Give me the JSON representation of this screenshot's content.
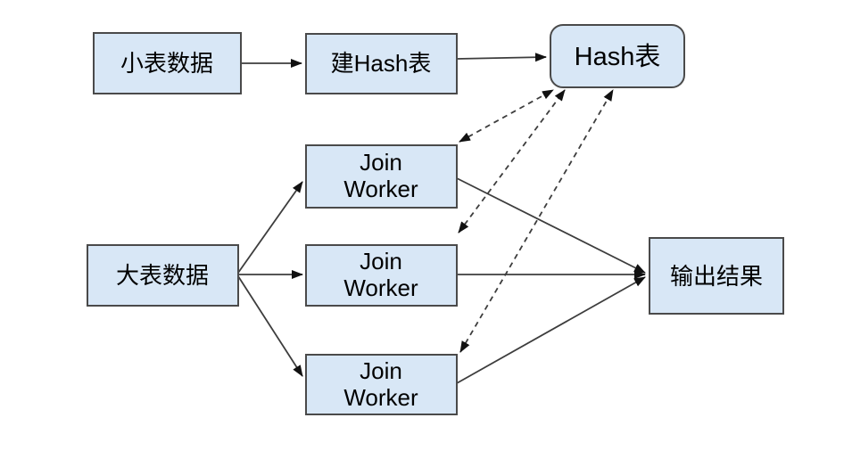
{
  "diagram": {
    "type": "flowchart",
    "topic": "parallel hash join execution flow",
    "background": "#ffffff",
    "colors": {
      "node_fill": "#d8e7f6",
      "node_border": "#4a4a4a",
      "edge": "#3d3d3d",
      "arrowhead": "#111111",
      "text": "#000000"
    },
    "nodes": {
      "small_table": {
        "label": "小表数据",
        "shape": "rectangle"
      },
      "build_hash": {
        "label": "建Hash表",
        "shape": "rectangle"
      },
      "hash_table": {
        "label": "Hash表",
        "shape": "rounded-rectangle"
      },
      "big_table": {
        "label": "大表数据",
        "shape": "rectangle"
      },
      "join_worker_1": {
        "label_line1": "Join",
        "label_line2": "Worker",
        "shape": "rectangle"
      },
      "join_worker_2": {
        "label_line1": "Join",
        "label_line2": "Worker",
        "shape": "rectangle"
      },
      "join_worker_3": {
        "label_line1": "Join",
        "label_line2": "Worker",
        "shape": "rectangle"
      },
      "output": {
        "label": "输出结果",
        "shape": "rectangle"
      }
    },
    "edges": [
      {
        "from": "small_table",
        "to": "build_hash",
        "style": "solid",
        "direction": "one-way"
      },
      {
        "from": "build_hash",
        "to": "hash_table",
        "style": "solid",
        "direction": "one-way"
      },
      {
        "from": "big_table",
        "to": "join_worker_1",
        "style": "solid",
        "direction": "one-way"
      },
      {
        "from": "big_table",
        "to": "join_worker_2",
        "style": "solid",
        "direction": "one-way"
      },
      {
        "from": "big_table",
        "to": "join_worker_3",
        "style": "solid",
        "direction": "one-way"
      },
      {
        "from": "join_worker_1",
        "to": "output",
        "style": "solid",
        "direction": "one-way"
      },
      {
        "from": "join_worker_2",
        "to": "output",
        "style": "solid",
        "direction": "one-way"
      },
      {
        "from": "join_worker_3",
        "to": "output",
        "style": "solid",
        "direction": "one-way"
      },
      {
        "from": "join_worker_1",
        "to": "hash_table",
        "style": "dashed",
        "direction": "two-way"
      },
      {
        "from": "join_worker_2",
        "to": "hash_table",
        "style": "dashed",
        "direction": "two-way"
      },
      {
        "from": "join_worker_3",
        "to": "hash_table",
        "style": "dashed",
        "direction": "two-way"
      }
    ]
  }
}
